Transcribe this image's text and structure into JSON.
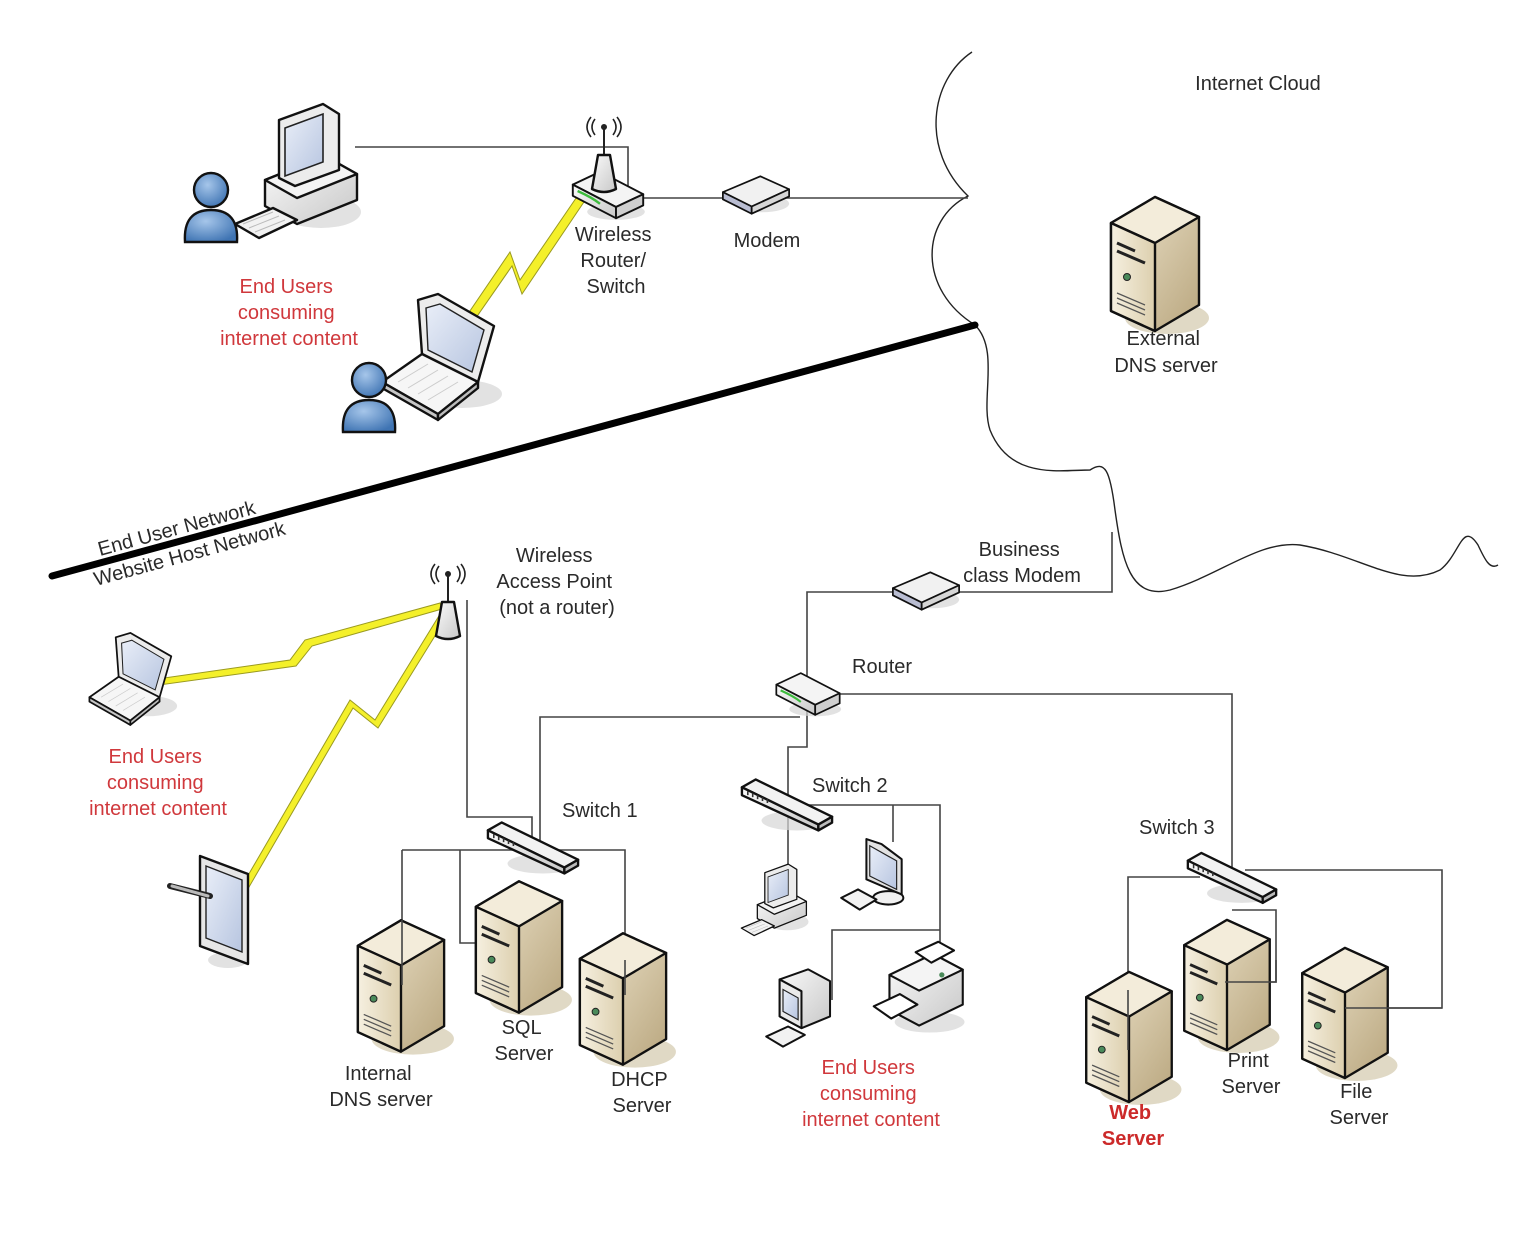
{
  "diagram": {
    "type": "network-topology",
    "zones": {
      "internet": {
        "label": "Internet Cloud"
      },
      "divider": {
        "upper_label": "End User Network",
        "lower_label": "Website Host Network"
      }
    },
    "end_user_network": {
      "wireless_router": {
        "label_lines": [
          "Wireless",
          "Router/",
          "Switch"
        ]
      },
      "modem": {
        "label": "Modem"
      },
      "end_users_label": [
        "End Users",
        "consuming",
        "internet content"
      ],
      "devices": [
        "desktop-with-user",
        "laptop-with-user"
      ]
    },
    "internet": {
      "external_dns": {
        "label_lines": [
          "External",
          "DNS server"
        ]
      }
    },
    "website_host_network": {
      "access_point": {
        "label_lines": [
          "Wireless",
          "Access Point",
          "(not a router)"
        ]
      },
      "wireless_users_label": [
        "End Users",
        "consuming",
        "internet content"
      ],
      "business_modem": {
        "label_lines": [
          "Business",
          "class Modem"
        ]
      },
      "router": {
        "label": "Router"
      },
      "switch1": {
        "label": "Switch 1",
        "servers": [
          {
            "label_lines": [
              "Internal",
              "DNS server"
            ]
          },
          {
            "label_lines": [
              "SQL",
              "Server"
            ]
          },
          {
            "label_lines": [
              "DHCP",
              "Server"
            ]
          }
        ]
      },
      "switch2": {
        "label": "Switch 2",
        "users_label": [
          "End Users",
          "consuming",
          "internet content"
        ]
      },
      "switch3": {
        "label": "Switch 3",
        "servers": [
          {
            "label_lines": [
              "Web",
              "Server"
            ],
            "highlight": true
          },
          {
            "label_lines": [
              "Print",
              "Server"
            ]
          },
          {
            "label_lines": [
              "File",
              "Server"
            ]
          }
        ]
      }
    },
    "colors": {
      "label_text": "#2a2a2a",
      "highlight_text": "#d0383c",
      "wireless_bolt": "#f4f02a",
      "server_body": "#e6dcc4",
      "user_icon": "#5b8fc9"
    }
  }
}
